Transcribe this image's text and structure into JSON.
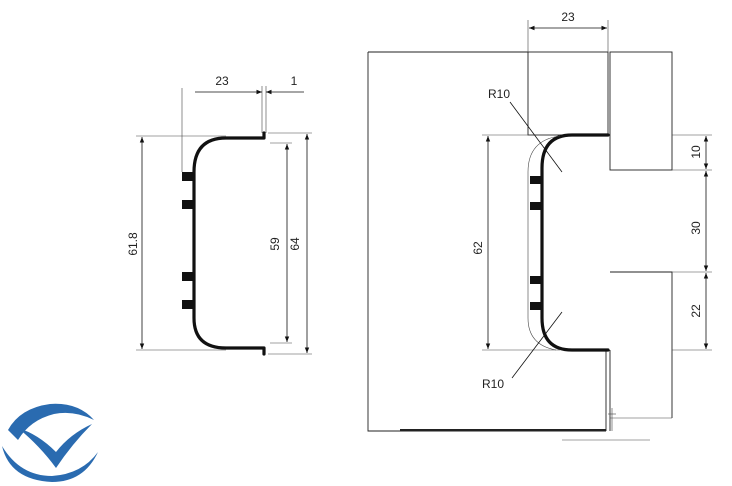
{
  "colors": {
    "line": "#111111",
    "logo": "#2a6bb0",
    "background": "#ffffff"
  },
  "left_view": {
    "dim_width": "23",
    "dim_lip": "1",
    "dim_outer_height": "61.8",
    "dim_inner_height": "59",
    "dim_total_height": "64"
  },
  "right_view": {
    "dim_width": "23",
    "dim_total_height": "62",
    "dim_top_gap": "10",
    "dim_middle": "30",
    "dim_bottom_gap": "22",
    "radius_top": "R10",
    "radius_bottom": "R10"
  },
  "logo": {
    "icon": "bird-over-water-logo"
  }
}
